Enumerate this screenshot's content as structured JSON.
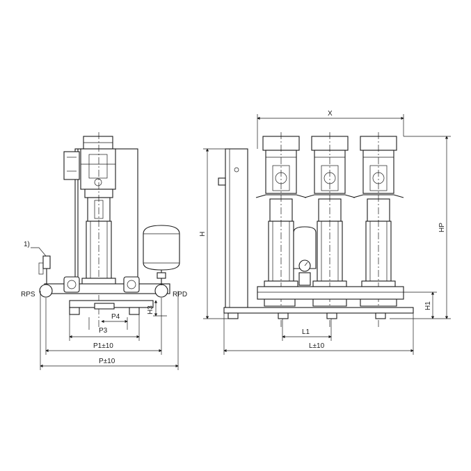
{
  "labels": {
    "note": "1)",
    "rps": "RPS",
    "rpd": "RPD",
    "p3": "P3",
    "p4": "P4",
    "h3": "H3",
    "p1": "P1±10",
    "p": "P±10",
    "x": "X",
    "h": "H",
    "hp": "HP",
    "h1": "H1",
    "l1": "L1",
    "l": "L±10"
  }
}
